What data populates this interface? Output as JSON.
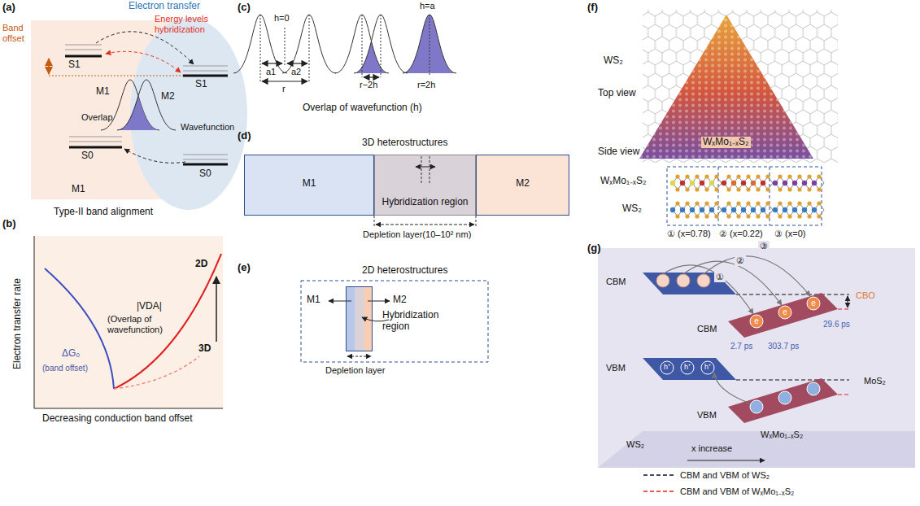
{
  "diagram": {
    "nodes": [
      {
        "text": [
          "M1"
        ]
      },
      {
        "text": [
          "Hybridization region"
        ]
      },
      {
        "text": [
          "M2"
        ]
      },
      {
        "text": [
          "Hybridization region"
        ]
      }
    ],
    "labels": [
      "(a)",
      "Electron transfer",
      "Band offset",
      "Energy levels hybridization",
      "S1",
      "S1",
      "M1",
      "M2",
      "Overlap",
      "Wavefunction",
      "S0",
      "S0",
      "M1",
      "Type-II band alignment",
      "(b)",
      "Electron transfer rate",
      "ΔG₀",
      "(band offset)",
      "|VDA|",
      "(Overlap of wavefunction)",
      "2D",
      "3D",
      "Decreasing conduction band offset",
      "(c)",
      "h=0",
      "a1",
      "a2",
      "r",
      "r−2h",
      "h=a",
      "r=2h",
      "Overlap of wavefunction (h)",
      "(d)",
      "3D heterostructures",
      "Depletion layer(10–10² nm)",
      "(e)",
      "2D heterostructures",
      "M1",
      "M2",
      "Depletion layer",
      "(f)",
      "WS₂",
      "Top view",
      "WₓMo₁₋ₓS₂",
      "Side view",
      "WₓMo₁₋ₓS₂",
      "WS₂",
      "① (x=0.78)",
      "② (x=0.22)",
      "③ (x=0)",
      "(g)",
      "①",
      "②",
      "③",
      "CBM",
      "CBM",
      "CBO",
      "2.7 ps",
      "303.7 ps",
      "29.6 ps",
      "VBM",
      "VBM",
      "MoS₂",
      "WₓMo₁₋ₓS₂",
      "WS₂",
      "x increase",
      "e",
      "e",
      "e",
      "h⁺",
      "h⁺",
      "h⁺"
    ],
    "legend": [
      {
        "text": "CBM and VBM of WS₂"
      },
      {
        "text": "CBM and VBM of WₓMo₁₋ₓS₂"
      }
    ]
  }
}
